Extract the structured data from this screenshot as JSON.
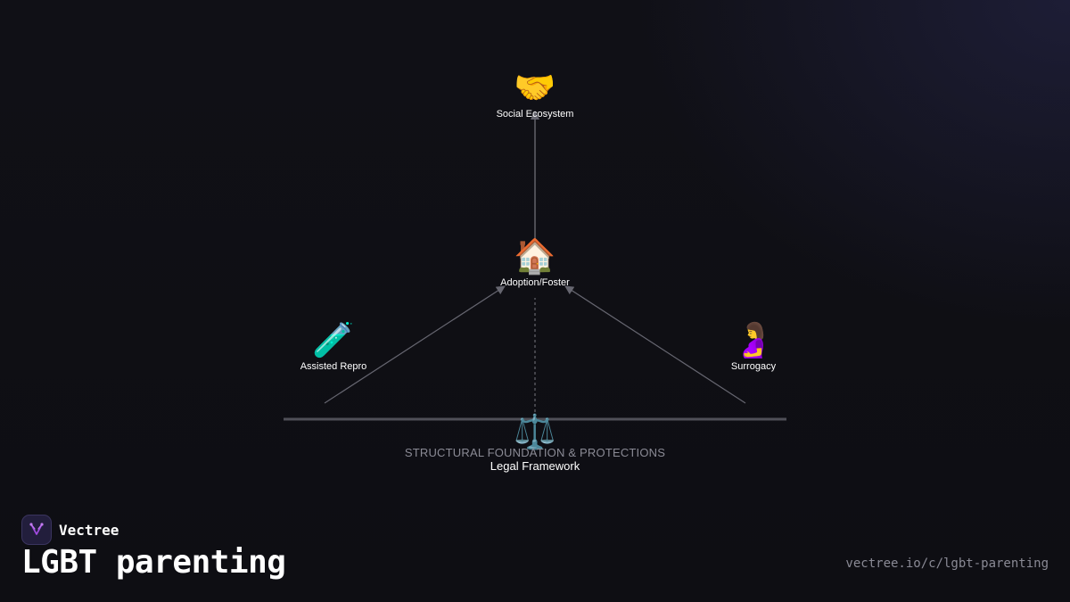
{
  "diagram": {
    "nodes": {
      "social": {
        "label": "Social Ecosystem",
        "icon": "handshake-icon",
        "glyph": "🤝"
      },
      "adoption": {
        "label": "Adoption/Foster",
        "icon": "house-icon",
        "glyph": "🏠"
      },
      "assisted": {
        "label": "Assisted Repro",
        "icon": "test-tube-icon",
        "glyph": "🧪"
      },
      "surrogacy": {
        "label": "Surrogacy",
        "icon": "pregnant-woman-icon",
        "glyph": "🤰"
      },
      "legal": {
        "label": "Legal Framework",
        "icon": "balance-scale-icon",
        "glyph": "⚖️"
      }
    },
    "foundation_caption": "STRUCTURAL FOUNDATION & PROTECTIONS"
  },
  "brand": {
    "name": "Vectree",
    "logo_icon": "vectree-logo-icon",
    "accent_color": "#a04be0"
  },
  "page": {
    "title": "LGBT parenting",
    "url": "vectree.io/c/lgbt-parenting"
  }
}
